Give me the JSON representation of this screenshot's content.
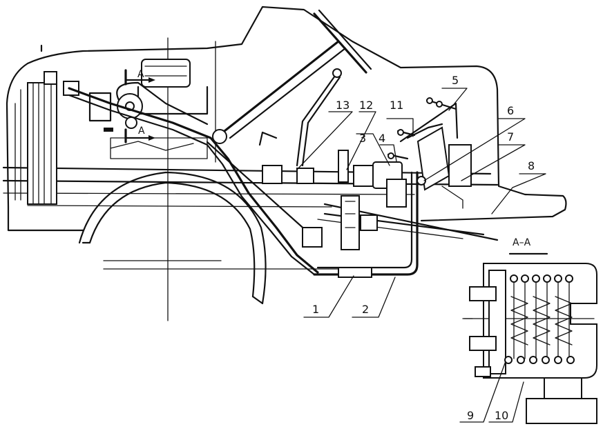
{
  "section_marks": {
    "top": "A",
    "bottom": "A"
  },
  "section_title": "A–A",
  "callouts": [
    {
      "id": "c1",
      "text": "1"
    },
    {
      "id": "c2",
      "text": "2"
    },
    {
      "id": "c3",
      "text": "3"
    },
    {
      "id": "c4",
      "text": "4"
    },
    {
      "id": "c5",
      "text": "5"
    },
    {
      "id": "c6",
      "text": "6"
    },
    {
      "id": "c7",
      "text": "7"
    },
    {
      "id": "c8",
      "text": "8"
    },
    {
      "id": "c9",
      "text": "9"
    },
    {
      "id": "c10",
      "text": "10"
    },
    {
      "id": "c11",
      "text": "11"
    },
    {
      "id": "c12",
      "text": "12"
    },
    {
      "id": "c13",
      "text": "13"
    }
  ]
}
